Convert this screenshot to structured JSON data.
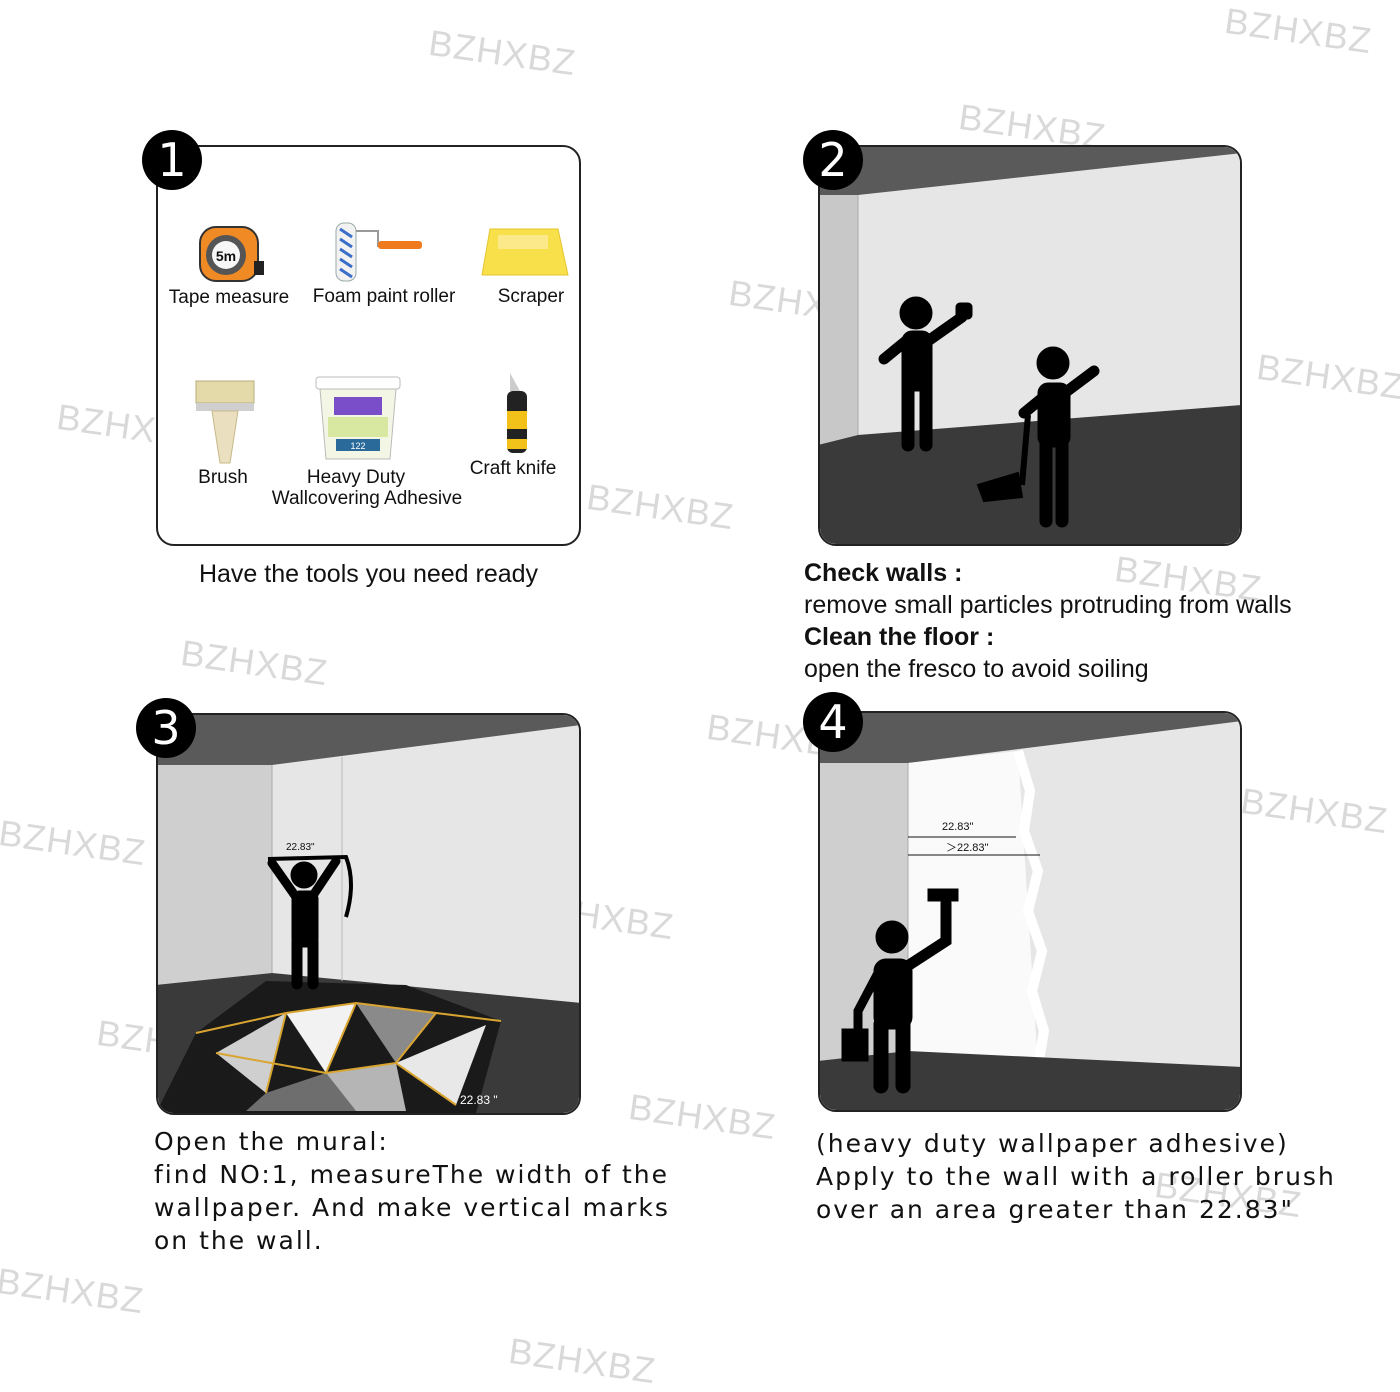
{
  "watermark": "BZHXBZ",
  "steps": [
    {
      "number": "1",
      "caption": "Have the tools you need ready",
      "tools": [
        {
          "label": "Tape measure",
          "icon": "tape-measure-icon",
          "tape_text": "5m"
        },
        {
          "label": "Foam paint roller",
          "icon": "paint-roller-icon"
        },
        {
          "label": "Scraper",
          "icon": "scraper-icon"
        },
        {
          "label": "Brush",
          "icon": "brush-icon"
        },
        {
          "label_line1": "Heavy Duty",
          "label_line2": "Wallcovering Adhesive",
          "icon": "adhesive-bucket-icon",
          "bucket_number": "122"
        },
        {
          "label": "Craft knife",
          "icon": "craft-knife-icon"
        }
      ]
    },
    {
      "number": "2",
      "heading1": "Check walls :",
      "text1": "remove small particles protruding from walls",
      "heading2": "Clean the floor :",
      "text2": "open the fresco to avoid soiling"
    },
    {
      "number": "3",
      "measure_top": "22.83\"",
      "measure_bottom": "22.83 \"",
      "heading": "Open the mural:",
      "line1": "find NO:1, measureThe width of the",
      "line2": "wallpaper. And make vertical marks",
      "line3": "on the wall."
    },
    {
      "number": "4",
      "measure_a": "22.83\"",
      "measure_b": "＞22.83\"",
      "line1": "(heavy duty wallpaper adhesive)",
      "line2": "Apply to the wall with a roller brush",
      "line3": "over an area greater than 22.83\""
    }
  ],
  "colors": {
    "floor": "#3a3a3a",
    "wall": "#e6e6e6",
    "ceiling": "#5a5a5a",
    "accent_orange": "#f08a24",
    "scraper_yellow": "#f7e04a",
    "mural_gold": "#d9a530"
  }
}
